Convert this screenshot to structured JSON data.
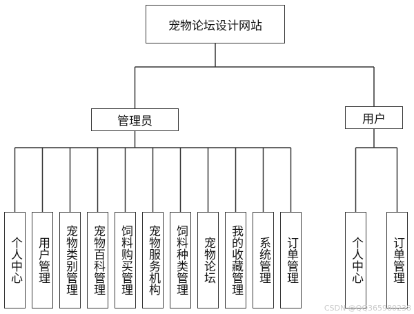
{
  "diagram": {
    "root": {
      "label": "宠物论坛设计网站"
    },
    "groups": [
      {
        "key": "admin",
        "label": "管理员",
        "children": [
          "个人中心",
          "用户管理",
          "宠物类别管理",
          "宠物百科管理",
          "饲料购买管理",
          "宠物服务机构",
          "饲料种类管理",
          "宠物论坛",
          "我的收藏管理",
          "系统管理",
          "订单管理"
        ]
      },
      {
        "key": "user",
        "label": "用户",
        "children": [
          "个人中心",
          "订单管理"
        ]
      }
    ]
  },
  "watermark": "CSDN @QQ365980238"
}
